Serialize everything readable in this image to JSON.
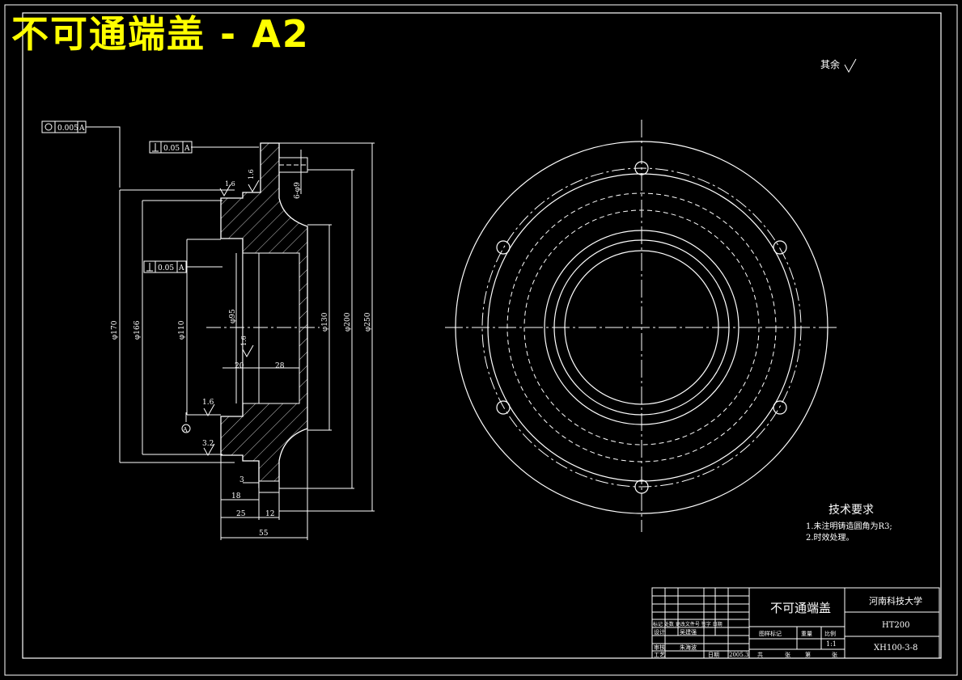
{
  "header": {
    "title": "不可通端盖 - A2"
  },
  "annotations": {
    "surface_note": "其余",
    "tolerance_runout": "0.005",
    "tolerance_perp_top": "0.05",
    "tolerance_perp_mid": "0.05",
    "datum": "A"
  },
  "roughness": {
    "r1": "1.6",
    "r2": "1.6",
    "r3": "1.6",
    "r4": "1.6",
    "r5": "3.2"
  },
  "dimensions": {
    "d_outer": "φ250",
    "d_bolt": "φ200",
    "d_boss": "φ130",
    "d_bore": "φ95",
    "d_170": "φ170",
    "d_166": "φ166",
    "d_110": "φ110",
    "holes": "6-φ9",
    "len_20": "20",
    "len_28": "28",
    "len_3": "3",
    "len_18": "18",
    "len_25": "25",
    "len_12": "12",
    "len_55": "55"
  },
  "tech": {
    "title": "技术要求",
    "note1": "1.未注明铸造圆角为R3;",
    "note2": "2.时效处理。"
  },
  "titleblock": {
    "part_name": "不可通端盖",
    "school": "河南科技大学",
    "material": "HT200",
    "drawing_no": "XH100-3-8",
    "scale": "1:1",
    "row_mark": "标记 处数 更改文件号 签字 日期",
    "row_design": "设计",
    "designer": "吴建强",
    "row_check": "审核",
    "checker": "朱海波",
    "row_approve": "工艺",
    "row_date": "日期",
    "date": "2005.3",
    "col_stage": "图样标记",
    "col_weight": "重量",
    "col_scale": "比例",
    "sheet_total": "共",
    "sheet_page": "张",
    "sheet_no": "第",
    "sheet_page2": "张"
  }
}
